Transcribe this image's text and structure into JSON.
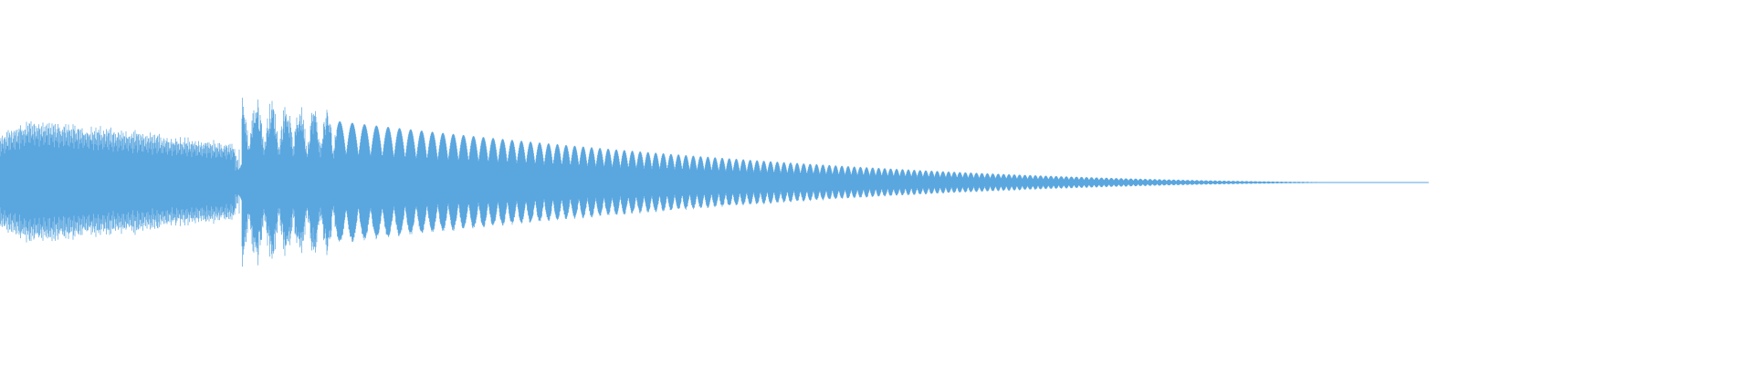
{
  "waveform": {
    "color": "#5aa6df",
    "background": "#ffffff",
    "segments": [
      {
        "name": "first-note",
        "start_fraction": 0.0,
        "end_fraction": 0.138,
        "peak_level": 0.97,
        "end_level": 0.55,
        "style": "dense"
      },
      {
        "name": "second-note",
        "start_fraction": 0.138,
        "end_fraction": 0.815,
        "peak_level": 0.82,
        "end_level": 0.0,
        "style": "pulsed"
      }
    ],
    "visible_extent_fraction": 0.66
  }
}
